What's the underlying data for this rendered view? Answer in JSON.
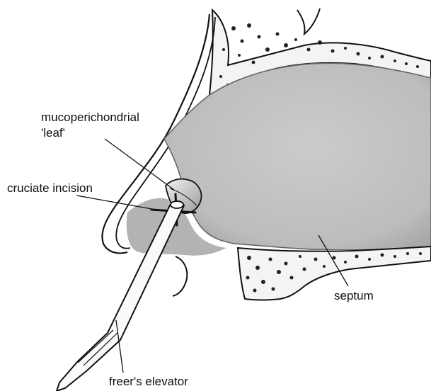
{
  "labels": {
    "mucoperichondrial_line1": "mucoperichondrial",
    "mucoperichondrial_line2": "'leaf'",
    "cruciate_incision": "cruciate incision",
    "septum": "septum",
    "freers_elevator": "freer's elevator"
  },
  "colors": {
    "ink": "#111111",
    "septum_fill": "#b9b9b9",
    "bone_fill": "#f4f4f4",
    "background": "#ffffff"
  }
}
